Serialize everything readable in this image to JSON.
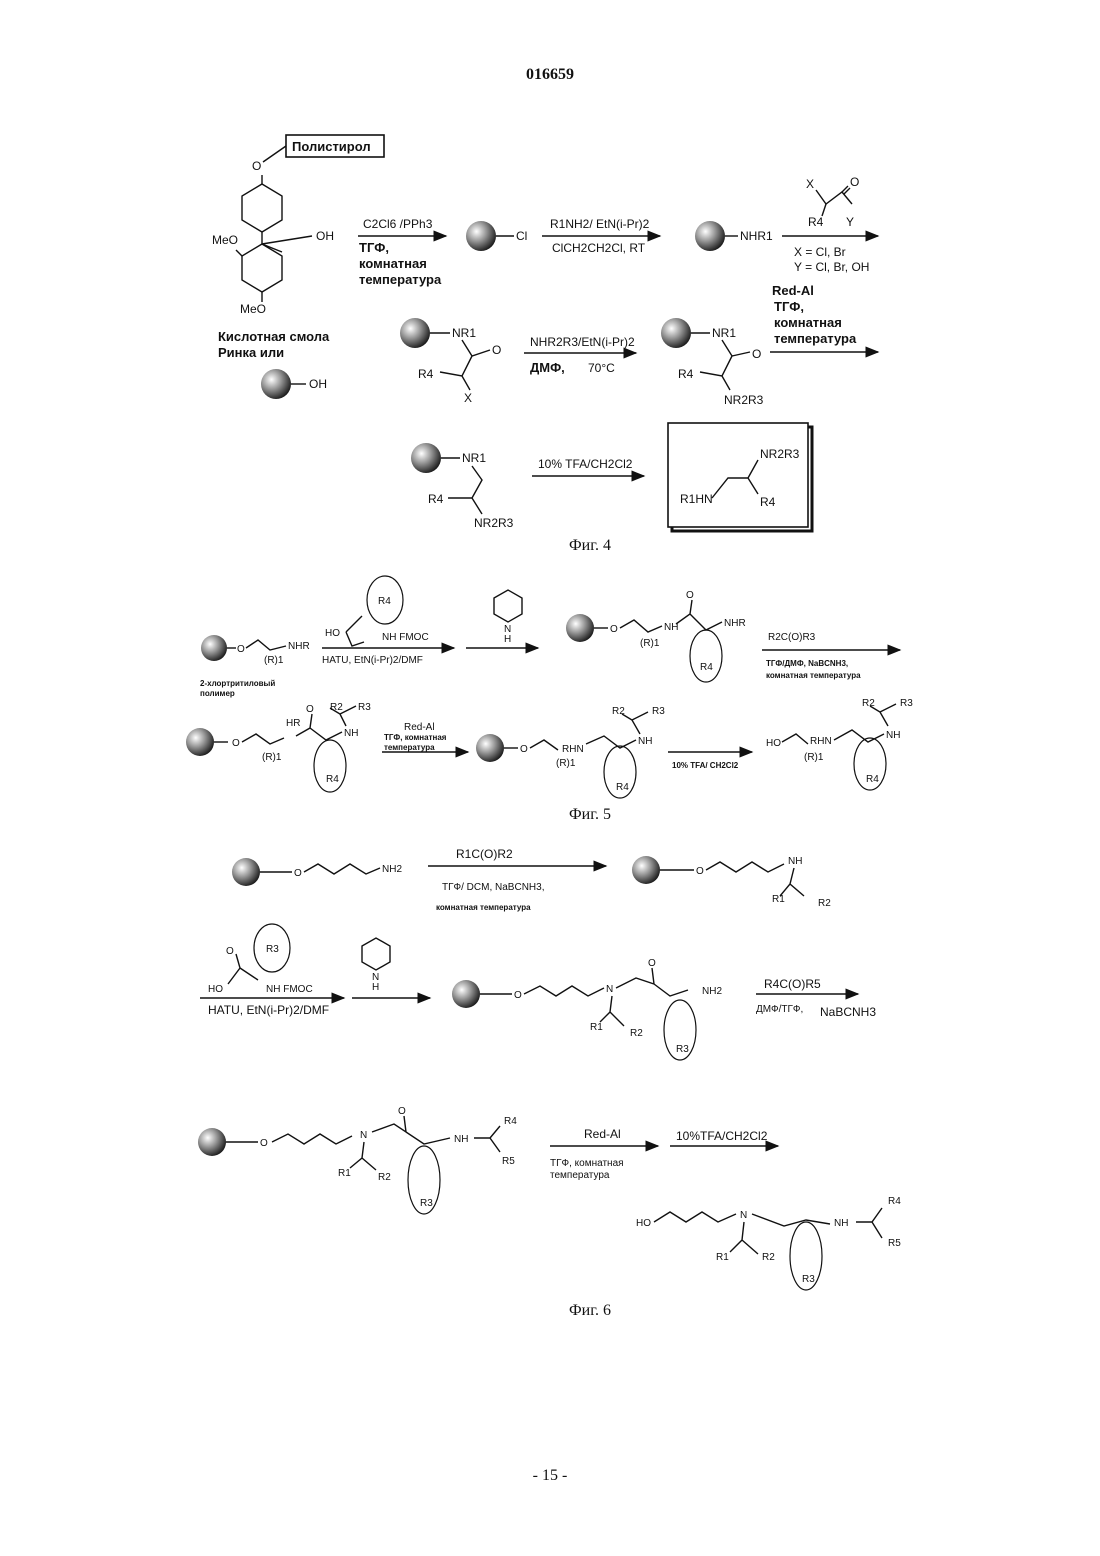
{
  "header": {
    "doc_number": "016659"
  },
  "footer": {
    "page_label": "- 15 -"
  },
  "figures": {
    "fig4": {
      "caption": "Фиг. 4",
      "resin_box": "Полистирол",
      "meo_top": "MeO",
      "meo_bottom": "MeO",
      "oh": "OH",
      "resin_name_line1": "Кислотная смола",
      "resin_name_line2": "Ринка или",
      "bead_oh": "OH",
      "step1": {
        "reagent": "C2Cl6 /PPh3",
        "solvent": "ТГФ,",
        "cond1": "комнатная",
        "cond2": "температура"
      },
      "chloride": "Cl",
      "step2": {
        "reagent": "R1NH2/ EtN(i-Pr)2",
        "cond": "ClCH2CH2Cl, RT"
      },
      "amine": "NHR1",
      "step3": {
        "x": "X",
        "o": "O",
        "y": "Y",
        "r4": "R4",
        "xdef": "X = Cl, Br",
        "ydef": "Y = Cl, Br, OH"
      },
      "step4": {
        "reagent": "NHR2R3/EtN(i-Pr)2",
        "solvent": "ДМФ,",
        "temp": "70°C"
      },
      "step5": {
        "reagent": "Red-Al",
        "solvent": "ТГФ,",
        "cond1": "комнатная",
        "cond2": "температура"
      },
      "step6": {
        "reagent": "10% TFA/CH2Cl2"
      },
      "labels": {
        "nr1": "NR1",
        "o": "O",
        "r4": "R4",
        "x": "X",
        "nr2r3": "NR2R3",
        "r1hn": "R1HN"
      }
    },
    "fig5": {
      "caption": "Фиг. 5",
      "resin_name_line1": "2-хлортритиловый",
      "resin_name_line2": "полимер",
      "step1": {
        "reagent": "HATU, EtN(i-Pr)2/DMF",
        "fmoc": "NH FMOC",
        "ho": "HO",
        "r4": "R4"
      },
      "piperidine_n": "N",
      "piperidine_h": "H",
      "step2": {
        "reagent": "R2C(O)R3",
        "cond1": "ТГФ/ДМФ, NaBCNH3,",
        "cond2": "комнатная температура"
      },
      "step3": {
        "reagent": "Red-Al",
        "cond1": "ТГФ, комнатная",
        "cond2": "температура"
      },
      "step4": {
        "reagent": "10% TFA/ CH2Cl2"
      },
      "labels": {
        "o": "O",
        "nhr": "NHR",
        "r1": "(R)1",
        "nh": "NH",
        "hr": "HR",
        "r2": "R2",
        "r3": "R3",
        "r4": "R4",
        "rhn": "RHN",
        "ho": "HO"
      }
    },
    "fig6": {
      "caption": "Фиг. 6",
      "step1": {
        "reagent": "R1C(O)R2",
        "cond1": "ТГФ/ DCM, NaBCNH3,",
        "cond2": "комнатная температура"
      },
      "step2": {
        "reagent": "HATU, EtN(i-Pr)2/DMF",
        "fmoc": "NH FMOC",
        "ho": "HO",
        "o": "O",
        "r3": "R3"
      },
      "step3": {
        "reagent": "R4C(O)R5",
        "cond1": "ДМФ/ТГФ,",
        "cond2": "NaBCNH3"
      },
      "step4": {
        "reagent": "Red-Al",
        "cond1": "ТГФ, комнатная",
        "cond2": "температура"
      },
      "step5": {
        "reagent": "10%TFA/CH2Cl2"
      },
      "labels": {
        "o": "O",
        "nh2": "NH2",
        "nh": "NH",
        "n": "N",
        "r1": "R1",
        "r2": "R2",
        "r3": "R3",
        "r4": "R4",
        "r5": "R5",
        "ho": "HO"
      }
    }
  },
  "colors": {
    "ink": "#111111",
    "bead_fill": "#555555",
    "paper": "#ffffff"
  }
}
